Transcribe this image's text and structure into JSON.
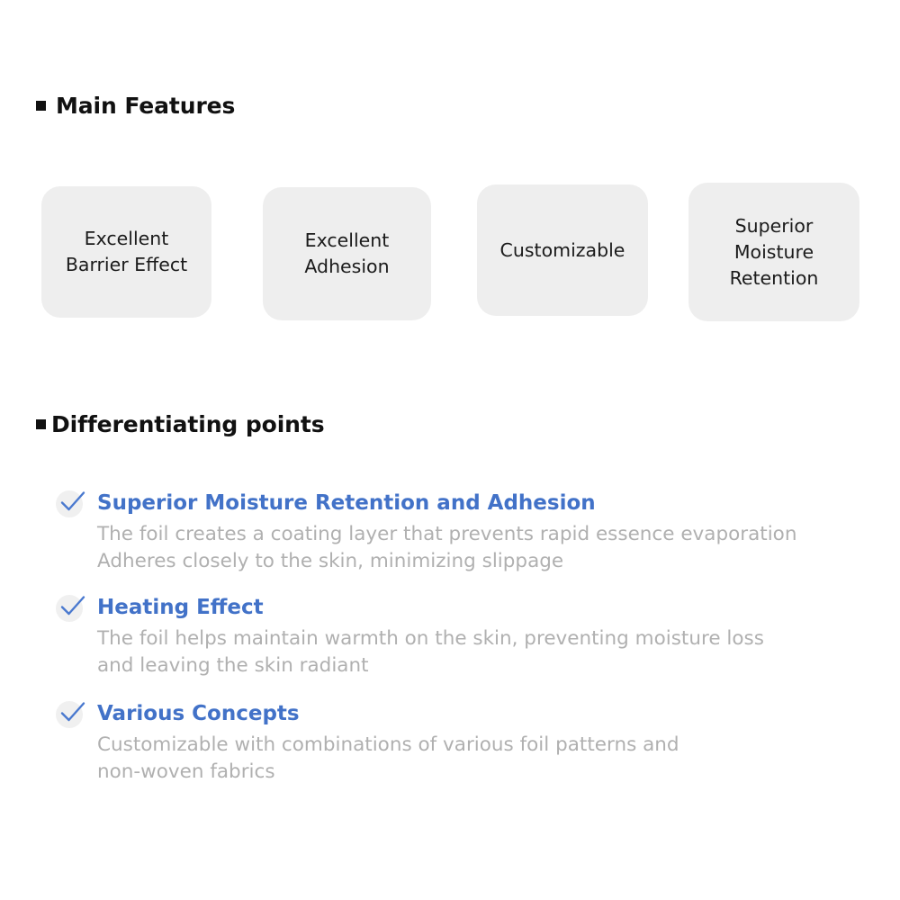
{
  "sections": {
    "main_features": {
      "heading": "Main Features",
      "bullet_icon": "filled-square-bullet",
      "boxes": [
        {
          "label": "Excellent\nBarrier Effect"
        },
        {
          "label": "Excellent\nAdhesion"
        },
        {
          "label": "Customizable"
        },
        {
          "label": "Superior\nMoisture\nRetention"
        }
      ]
    },
    "differentiating_points": {
      "heading": "Differentiating points",
      "bullet_icon": "filled-square-bullet",
      "items": [
        {
          "icon": "check-icon",
          "title": "Superior Moisture Retention and Adhesion",
          "description": "The foil creates a coating layer that prevents rapid essence evaporation\nAdheres closely to the skin, minimizing slippage"
        },
        {
          "icon": "check-icon",
          "title": "Heating Effect",
          "description": "The foil helps maintain warmth on the skin, preventing moisture loss\nand leaving the skin radiant"
        },
        {
          "icon": "check-icon",
          "title": "Various Concepts",
          "description": "Customizable with combinations of various foil patterns and\nnon-woven fabrics"
        }
      ]
    }
  },
  "colors": {
    "background": "#ffffff",
    "heading_text": "#111111",
    "box_fill": "#eeeeee",
    "box_text": "#1b1b1b",
    "accent_blue": "#4272c8",
    "body_text_gray": "#b0b0b0",
    "check_circle": "#f0f0f0"
  }
}
